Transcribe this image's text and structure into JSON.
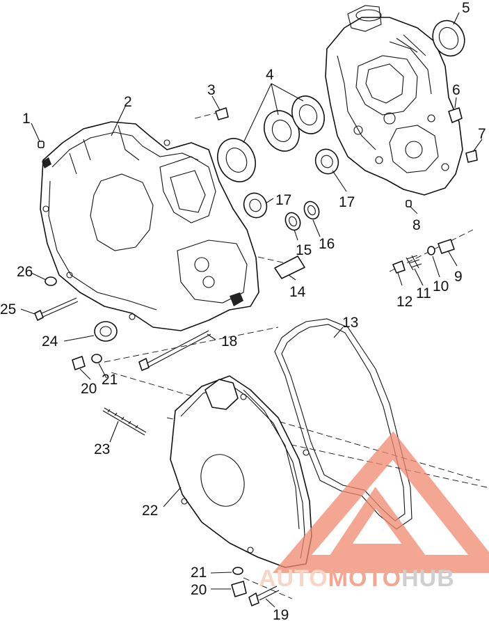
{
  "callouts": [
    {
      "id": "c1",
      "label": "1"
    },
    {
      "id": "c2",
      "label": "2"
    },
    {
      "id": "c3",
      "label": "3"
    },
    {
      "id": "c4",
      "label": "4"
    },
    {
      "id": "c5",
      "label": "5"
    },
    {
      "id": "c6",
      "label": "6"
    },
    {
      "id": "c7",
      "label": "7"
    },
    {
      "id": "c8",
      "label": "8"
    },
    {
      "id": "c9",
      "label": "9"
    },
    {
      "id": "c10",
      "label": "10"
    },
    {
      "id": "c11",
      "label": "11"
    },
    {
      "id": "c12",
      "label": "12"
    },
    {
      "id": "c13",
      "label": "13"
    },
    {
      "id": "c14",
      "label": "14"
    },
    {
      "id": "c15",
      "label": "15"
    },
    {
      "id": "c16",
      "label": "16"
    },
    {
      "id": "c17a",
      "label": "17"
    },
    {
      "id": "c17b",
      "label": "17"
    },
    {
      "id": "c18",
      "label": "18"
    },
    {
      "id": "c19",
      "label": "19"
    },
    {
      "id": "c20a",
      "label": "20"
    },
    {
      "id": "c20b",
      "label": "20"
    },
    {
      "id": "c21a",
      "label": "21"
    },
    {
      "id": "c21b",
      "label": "21"
    },
    {
      "id": "c22",
      "label": "22"
    },
    {
      "id": "c23",
      "label": "23"
    },
    {
      "id": "c24",
      "label": "24"
    },
    {
      "id": "c25",
      "label": "25"
    },
    {
      "id": "c26",
      "label": "26"
    }
  ],
  "watermark": {
    "part1": "AUTO",
    "part2": "MOTO",
    "part3": "HUB",
    "color_light": "#f5c7b5",
    "color_mid": "#f08a70",
    "color_dark": "#c0c0c0"
  }
}
